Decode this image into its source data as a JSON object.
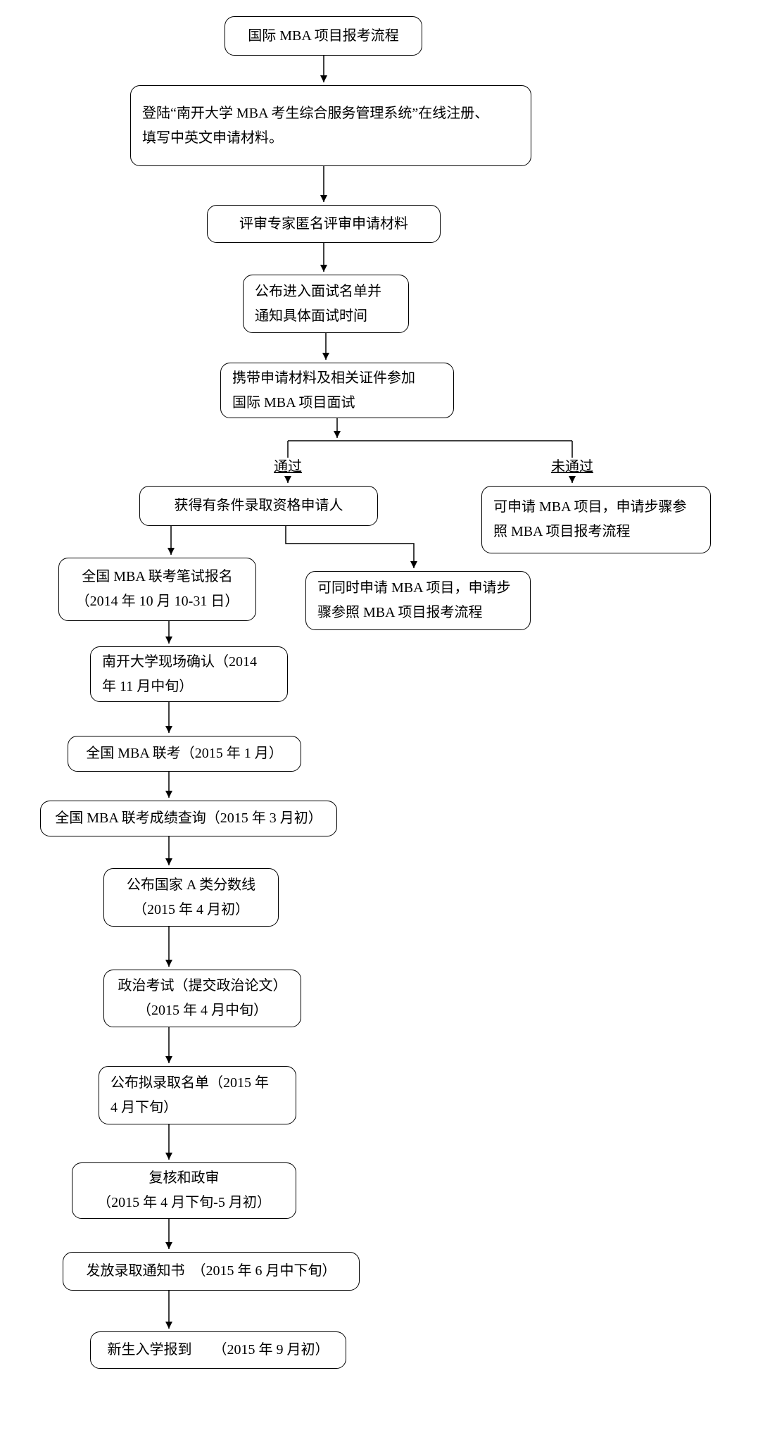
{
  "colors": {
    "line": "#000000",
    "box_fill": "#ffffff",
    "text": "#000000"
  },
  "flowchart": {
    "nodes": {
      "start": {
        "text": "国际 MBA 项目报考流程"
      },
      "register": {
        "text": "登陆“南开大学 MBA 考生综合服务管理系统”在线注册、\n填写中英文申请材料。"
      },
      "review": {
        "text": "评审专家匿名评审申请材料"
      },
      "interview_list": {
        "text": "公布进入面试名单并\n通知具体面试时间"
      },
      "attend_interview": {
        "text": "携带申请材料及相关证件参加\n国际 MBA 项目面试"
      },
      "conditional_admission": {
        "text": "获得有条件录取资格申请人"
      },
      "fail_apply_mba": {
        "text": "可申请 MBA 项目，申请步骤参\n照 MBA 项目报考流程"
      },
      "also_apply_mba": {
        "text": "可同时申请 MBA 项目，申请步\n骤参照 MBA 项目报考流程"
      },
      "written_exam_signup": {
        "text": "全国 MBA 联考笔试报名\n（2014 年 10 月 10-31 日）"
      },
      "onsite_confirm": {
        "text": "南开大学现场确认（2014\n年 11 月中旬）"
      },
      "national_exam": {
        "text": "全国 MBA 联考（2015 年 1 月）"
      },
      "score_query": {
        "text": "全国 MBA 联考成绩查询（2015 年 3 月初）"
      },
      "score_line": {
        "text": "公布国家 A 类分数线\n（2015 年 4 月初）"
      },
      "political_exam": {
        "text": "政治考试（提交政治论文）\n（2015 年 4 月中旬）"
      },
      "admission_list": {
        "text": "公布拟录取名单（2015 年\n4 月下旬）"
      },
      "recheck": {
        "text": "复核和政审\n（2015 年 4 月下旬-5 月初）"
      },
      "admission_notice": {
        "text": "发放录取通知书　（2015 年 6 月中下旬）"
      },
      "enrollment": {
        "text": "新生入学报到　　（2015 年 9 月初）"
      }
    },
    "branch_labels": {
      "pass": "通过",
      "fail": "未通过"
    }
  }
}
